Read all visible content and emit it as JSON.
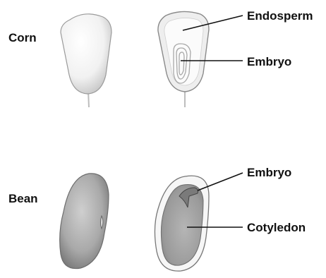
{
  "rows": {
    "corn": {
      "label": "Corn",
      "parts": {
        "endosperm": "Endosperm",
        "embryo": "Embryo"
      }
    },
    "bean": {
      "label": "Bean",
      "parts": {
        "embryo": "Embryo",
        "cotyledon": "Cotyledon"
      }
    }
  }
}
